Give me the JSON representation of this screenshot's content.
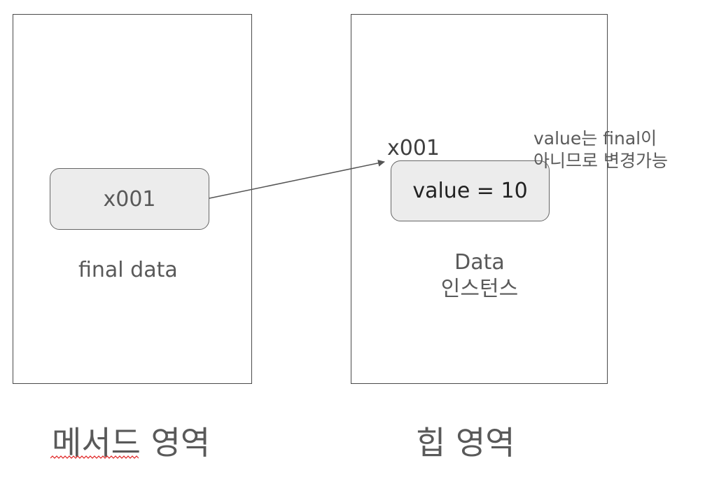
{
  "method_area": {
    "title": "메서드 영역",
    "reference_value": "x001",
    "variable_label": "final data"
  },
  "heap_area": {
    "title": "힙 영역",
    "address": "x001",
    "instance_field": "value = 10",
    "instance_name_line1": "Data",
    "instance_name_line2": "인스턴스"
  },
  "note": {
    "line1": "value는 final이",
    "line2": "아니므로 변경가능"
  },
  "colors": {
    "region_border": "#4a4a4a",
    "node_fill": "#ececec",
    "arrow": "#555555",
    "spellcheck_underline": "#e02020"
  }
}
